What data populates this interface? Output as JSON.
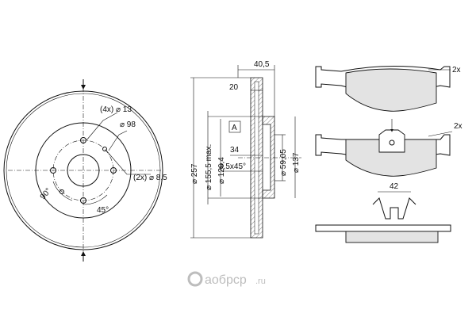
{
  "disc_front": {
    "bolt_holes_label": "(4x) ⌀ 13",
    "pcd_label": "⌀ 98",
    "pin_holes_label": "(2x) ⌀ 8,5",
    "angle_90_label": "90°",
    "angle_45_label": "45°"
  },
  "disc_section": {
    "width_label": "40,5",
    "flange_label": "20",
    "box_label": "A",
    "dia_outer_label": "⌀ 257",
    "dia_max_label": "⌀ 155,5 max.",
    "dia_hub_label": "⌀ 126,4",
    "depth_label": "34",
    "chamfer_label": "3,5x45°",
    "center_bore_label": "⌀ 59,05",
    "dia_137_label": "⌀ 137"
  },
  "pads": {
    "qty_top_label": "2x",
    "qty_mid_label": "2x",
    "clip_width_label": "42"
  },
  "watermark": {
    "brand": "аобрср",
    "domain": ".ru"
  }
}
